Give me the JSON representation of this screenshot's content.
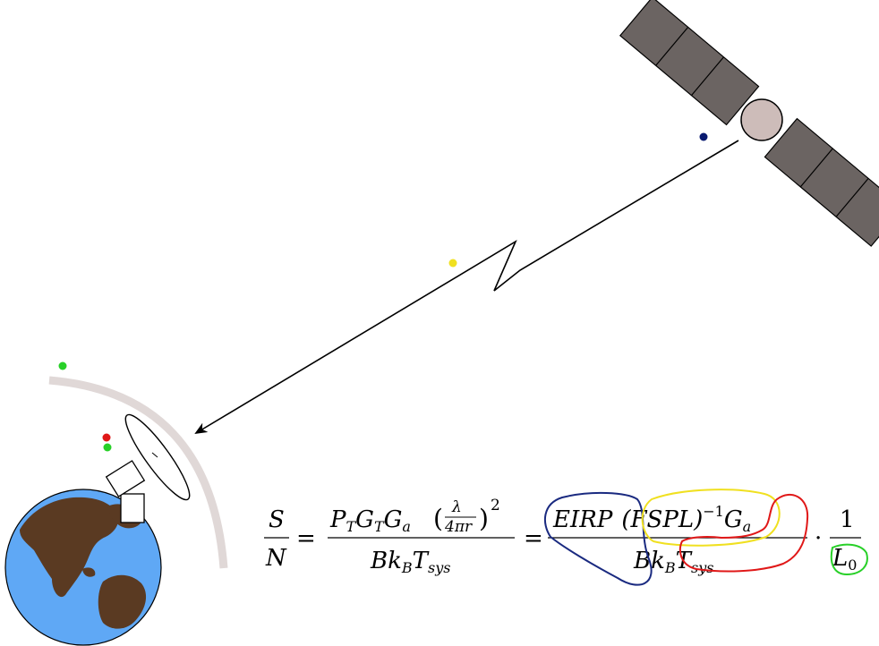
{
  "equation": {
    "lhs_num": "S",
    "lhs_den": "N",
    "eq1": "=",
    "mid_num": {
      "p": "P",
      "p_sub": "T",
      "g1": "G",
      "g1_sub": "T",
      "g2": "G",
      "g2_sub": "a",
      "frac_num": "λ",
      "frac_den": "4πr",
      "square": "2"
    },
    "mid_den": {
      "b": "Bk",
      "b_sub": "B",
      "t": "T",
      "t_sub": "sys"
    },
    "eq2": "=",
    "right_num": {
      "eirp": "EIRP",
      "fspl": "(FSPL)",
      "fspl_exp": "−1",
      "g": "G",
      "g_sub": "a"
    },
    "right_den": {
      "b": "Bk",
      "b_sub": "B",
      "t": "T",
      "t_sub": "sys"
    },
    "dot": "·",
    "loss_num": "1",
    "loss_den": "L",
    "loss_den_sub": "0"
  },
  "colors": {
    "satellite_panel": "#6b6462",
    "satellite_body": "#cdbcb9",
    "atmosphere_arc": "#e0d8d7",
    "ocean": "#5fa8f5",
    "land": "#5a3a22",
    "eirp_loop": "#1a2a80",
    "fspl_loop": "#f0e020",
    "receiver_loop": "#e01818",
    "loss_loop": "#28d028"
  },
  "icons": [
    "satellite-icon",
    "earth-icon",
    "dish-antenna-icon",
    "signal-arrow-icon"
  ]
}
